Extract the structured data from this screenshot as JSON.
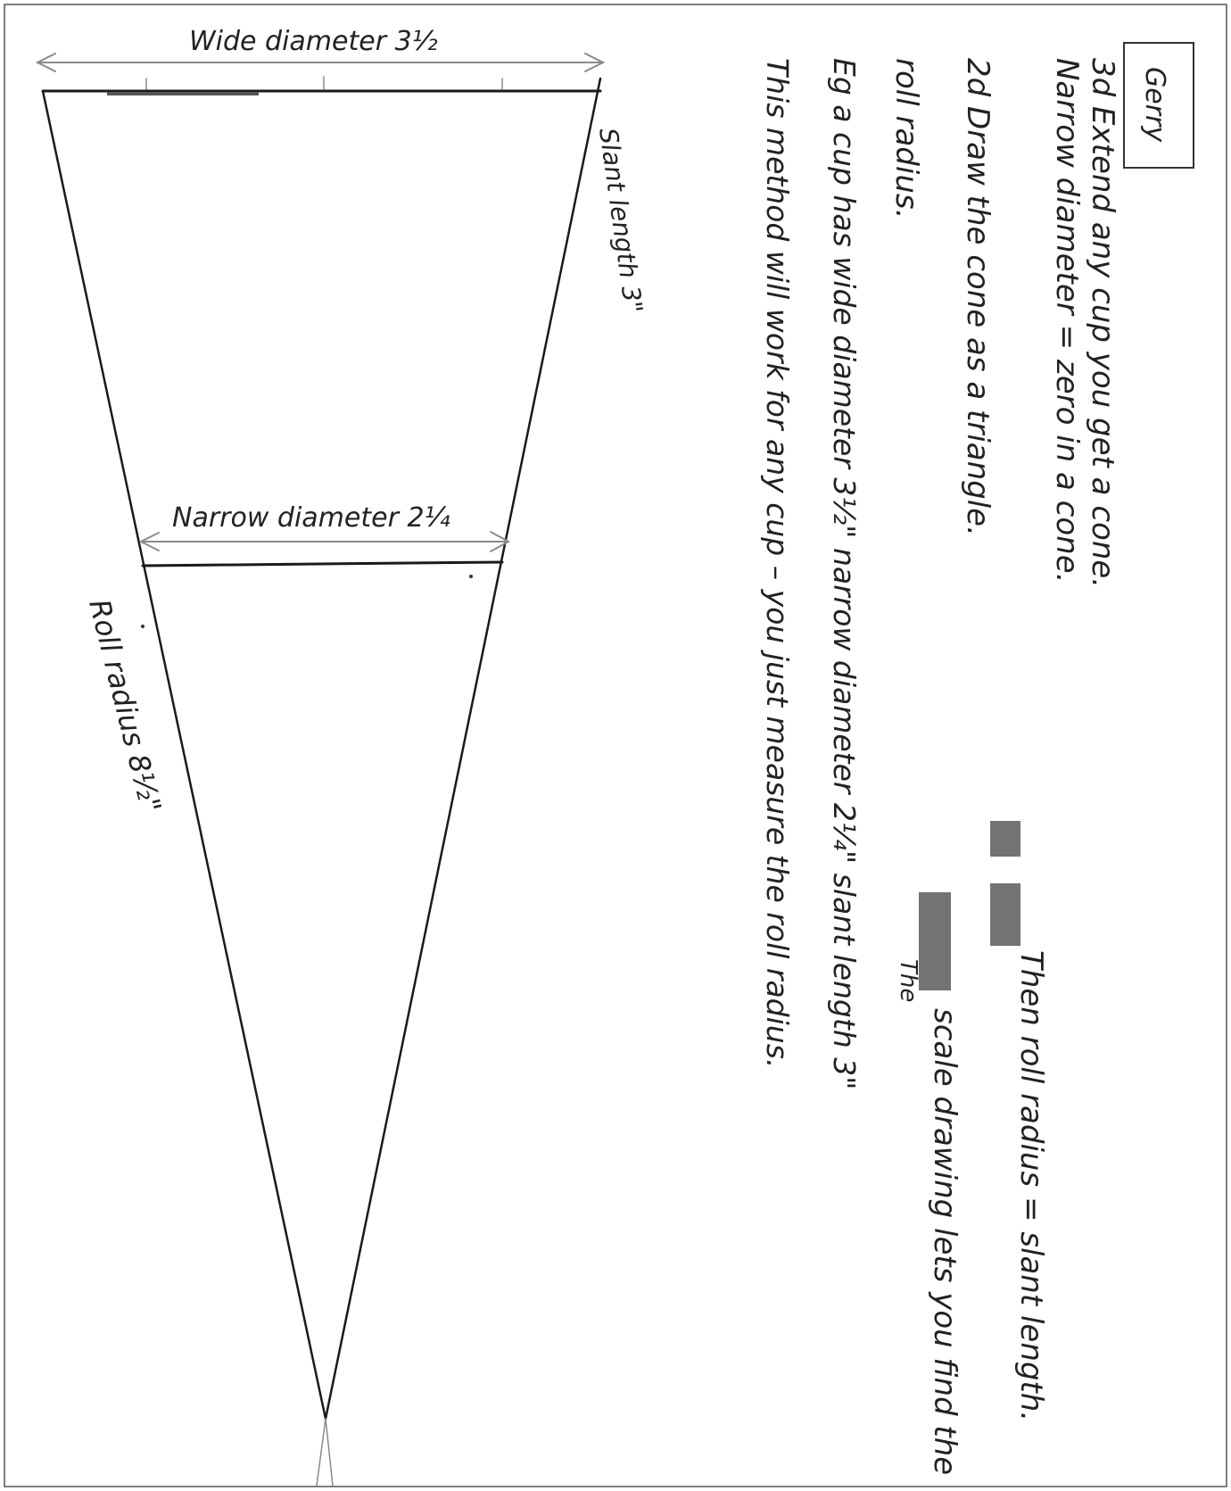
{
  "author_box": {
    "label": "Gerry"
  },
  "instructions": {
    "line1": "3d   Extend any cup you get a cone.",
    "line1_cont": "Then roll radius = slant length.",
    "line2": "Narrow diameter = zero in a cone.",
    "line3": "2d   Draw the cone as a triangle.",
    "line3_cont": "scale drawing lets you find the",
    "line3_insert": "The",
    "line4": "roll radius.",
    "line5": "Eg   a cup has wide diameter  3½\"     narrow diameter  2¼\"     slant length  3\"",
    "line6": "This method will work for any cup – you just measure the roll radius."
  },
  "diagram": {
    "wide_label": "Wide diameter  3½",
    "slant_label": "Slant length  3\"",
    "narrow_label": "Narrow diameter  2¼",
    "roll_label": "Roll radius  8½\""
  },
  "colors": {
    "ink": "#1a1a1a",
    "pencil": "#8a8a8a",
    "frame": "#555555"
  }
}
